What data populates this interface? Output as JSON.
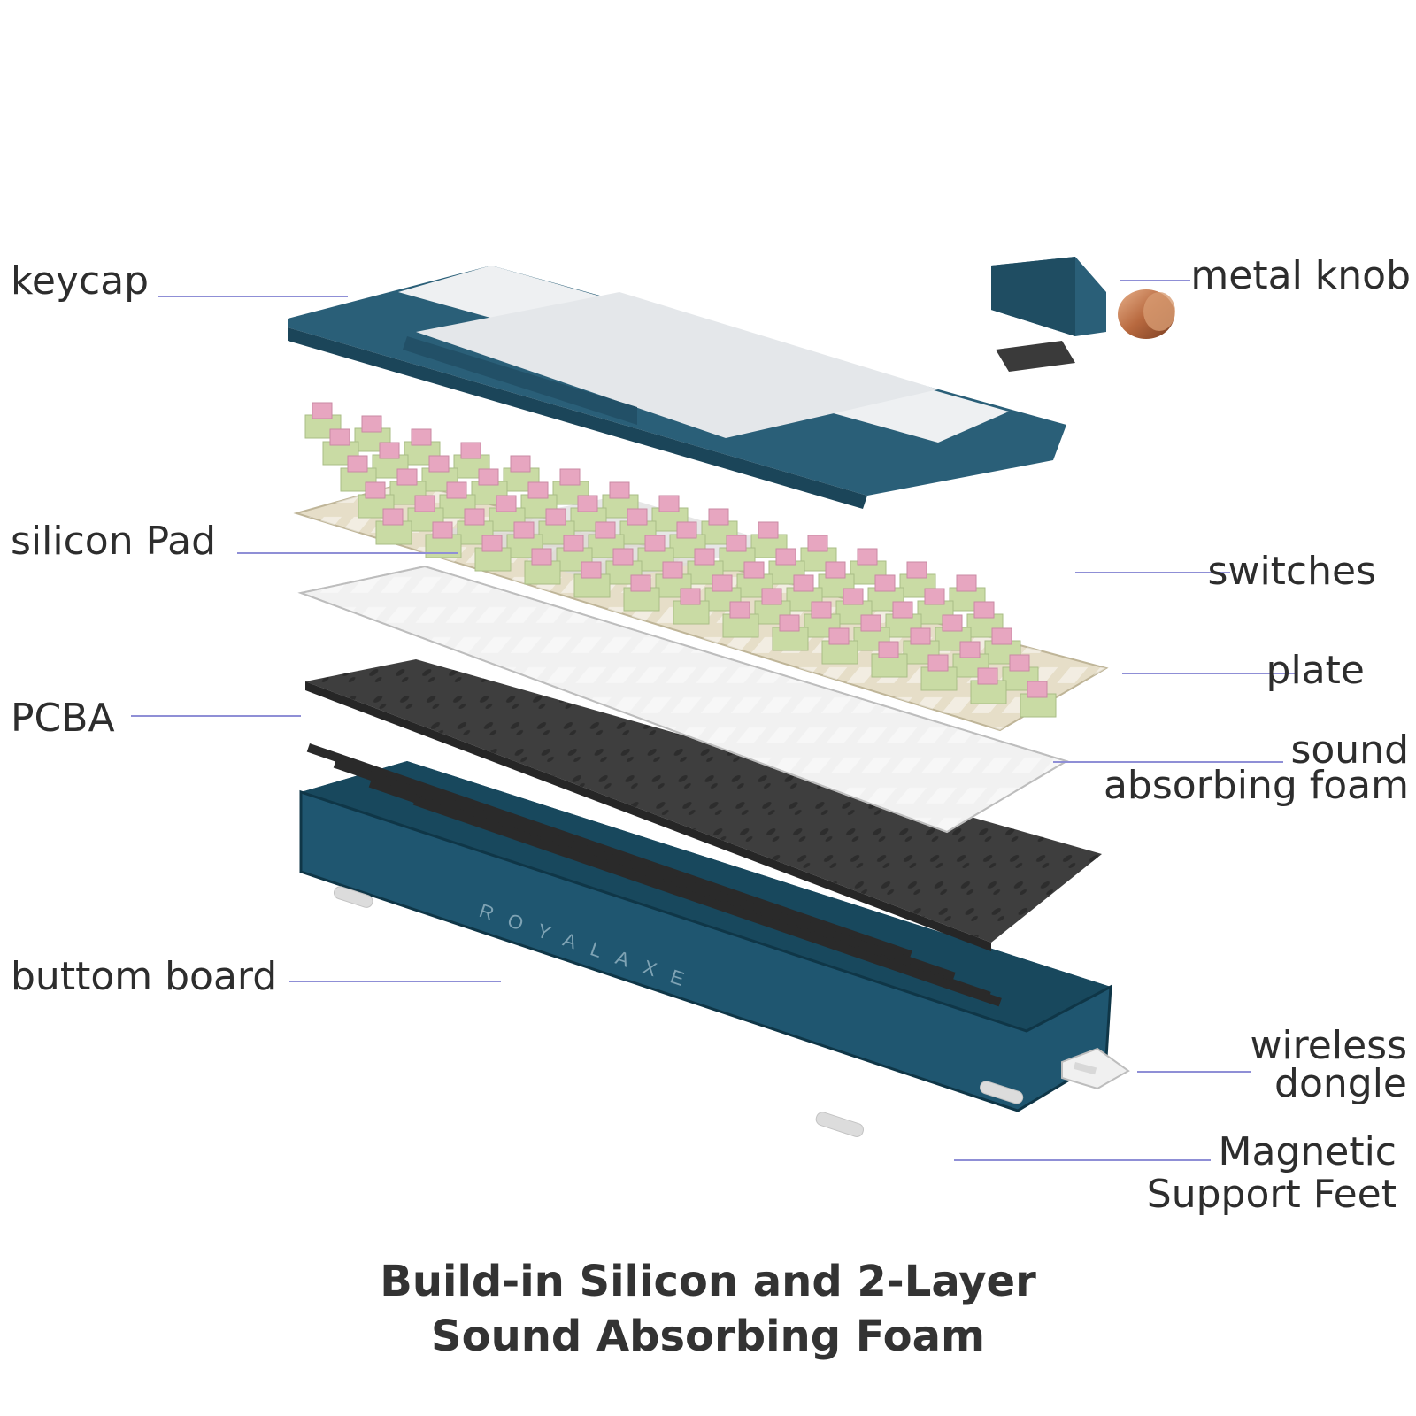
{
  "labels": {
    "keycap": "keycap",
    "silicon_pad": "silicon Pad",
    "pcba": "PCBA",
    "bottom_board": "buttom board",
    "metal_knob": "metal knob",
    "switches": "switches",
    "plate": "plate",
    "sound_foam_line1": "sound",
    "sound_foam_line2": "absorbing foam",
    "dongle_line1": "wireless",
    "dongle_line2": "dongle",
    "feet_line1": "Magnetic",
    "feet_line2": "Support Feet"
  },
  "brand_text": "ROYALAXE",
  "caption": {
    "line1": "Build-in Silicon and 2-Layer",
    "line2": "Sound Absorbing Foam"
  },
  "colors": {
    "case_blue": "#1f5670",
    "keycap_blue": "#2a5f78",
    "keycap_white": "#eef0f2",
    "switch_pink": "#e7a6c0",
    "switch_green": "#c9dba4",
    "plate_beige": "#e3dbc4",
    "foam_white": "#f3f3f3",
    "pcb_dark": "#3a3a3a",
    "knob_copper": "#c9875a",
    "leader_line": "#8f8fd6"
  }
}
